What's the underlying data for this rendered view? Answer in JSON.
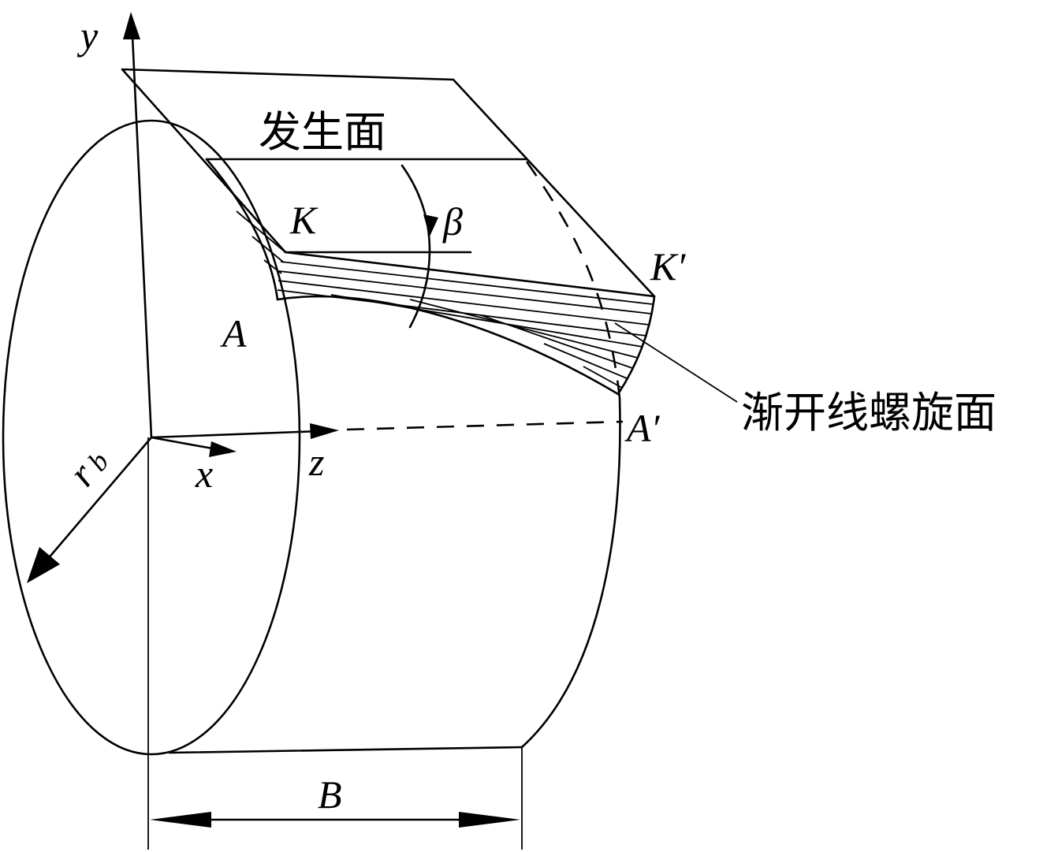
{
  "labels": {
    "y_axis": "y",
    "x_axis": "x",
    "z_axis": "z",
    "generating_plane": "发生面",
    "involute_helicoid": "渐开线螺旋面",
    "point_K": "K",
    "point_K_prime": "K′",
    "point_A": "A",
    "point_A_prime": "A′",
    "helix_angle": "β",
    "base_radius": "r",
    "base_radius_sub": "b",
    "face_width": "B"
  }
}
